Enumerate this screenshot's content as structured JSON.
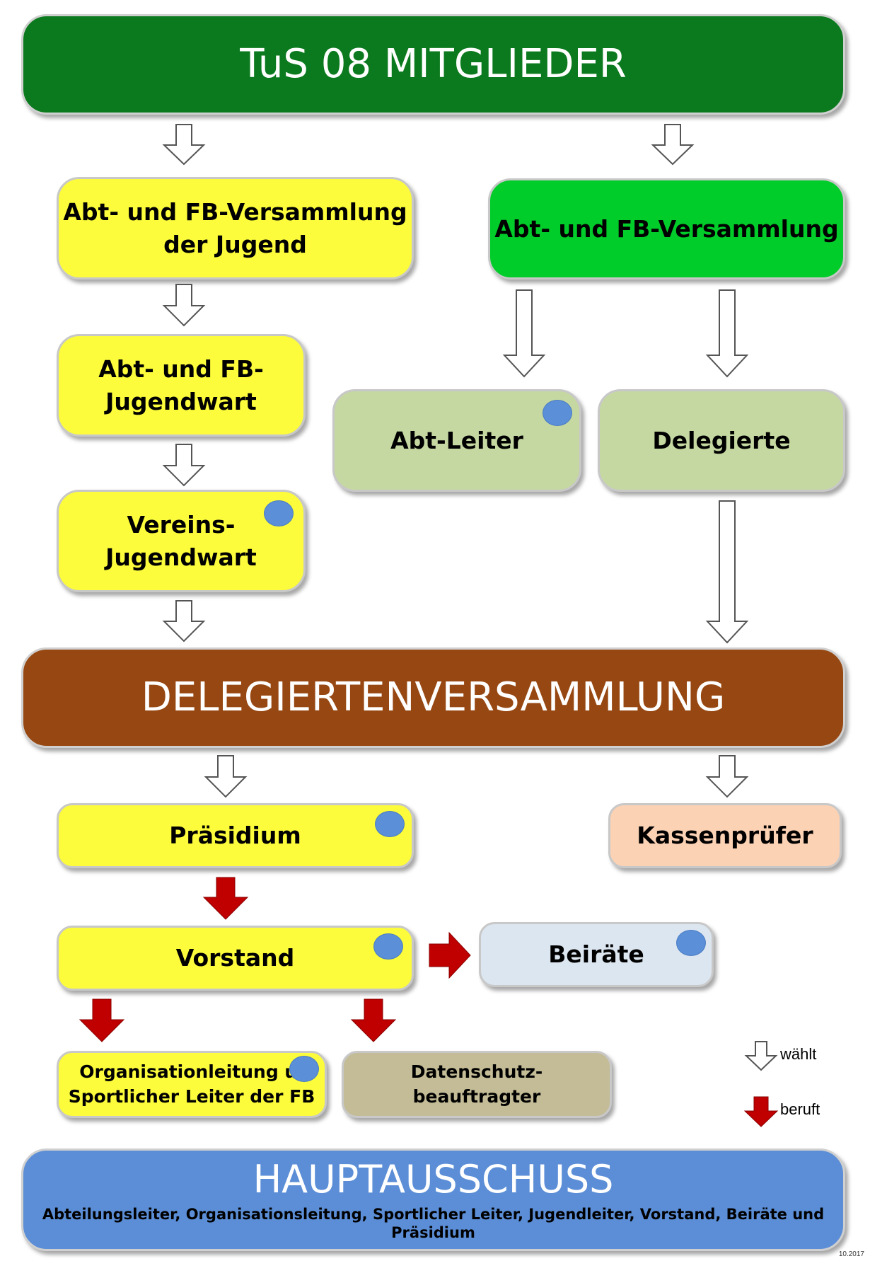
{
  "title": "TuS 08 MITGLIEDER",
  "boxes": {
    "abt_fb_versammlung_jugend": "Abt- und FB-Versammlung\nder Jugend",
    "abt_fb_versammlung": "Abt- und FB-Versammlung",
    "abt_fb_jugendwart": "Abt- und FB-\nJugendwart",
    "abt_leiter": "Abt-Leiter",
    "delegierte": "Delegierte",
    "vereins_jugendwart": "Vereins-\nJugendwart",
    "delegiertenversammlung": "DELEGIERTENVERSAMMLUNG",
    "praesidium": "Präsidium",
    "kassenpruefer": "Kassenprüfer",
    "vorstand": "Vorstand",
    "beiraete": "Beiräte",
    "organisationsleitung": "Organisationleitung u.\nSportlicher Leiter der FB",
    "datenschutz": "Datenschutz-\nbeauftragter",
    "hauptausschuss": "HAUPTAUSSCHUSS",
    "hauptausschuss_members": "Abteilungsleiter, Organisationsleitung, Sportlicher Leiter, Jugendleiter, Vorstand, Beiräte und Präsidium"
  },
  "legend": {
    "waehlt": "wählt",
    "beruft": "beruft"
  },
  "version": "10.2017",
  "colors": {
    "title_bar": "#0b7a1e",
    "green_box": "#00cc2a",
    "yellow_box": "#fcfc3c",
    "sage_box": "#c5d8a1",
    "brown_bar": "#974711",
    "peach_box": "#fcd2b4",
    "light_blue_box": "#dce6f0",
    "khaki_box": "#c3bc96",
    "blue_bar": "#5b8ed6",
    "dot": "#5b8fd8",
    "appoint_arrow": "#c00000"
  }
}
